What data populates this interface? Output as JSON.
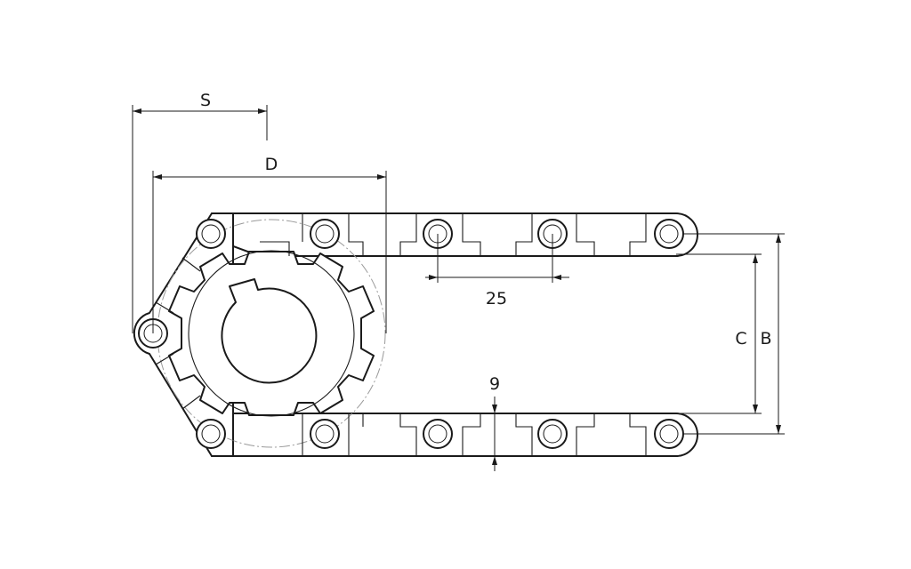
{
  "diagram": {
    "labels": {
      "s": "S",
      "d": "D",
      "pitch": "25",
      "thickness": "9",
      "c": "C",
      "b": "B"
    },
    "colors": {
      "line": "#1a1a1a",
      "pitch_circle": "#9a9a9a",
      "background": "#ffffff"
    }
  }
}
